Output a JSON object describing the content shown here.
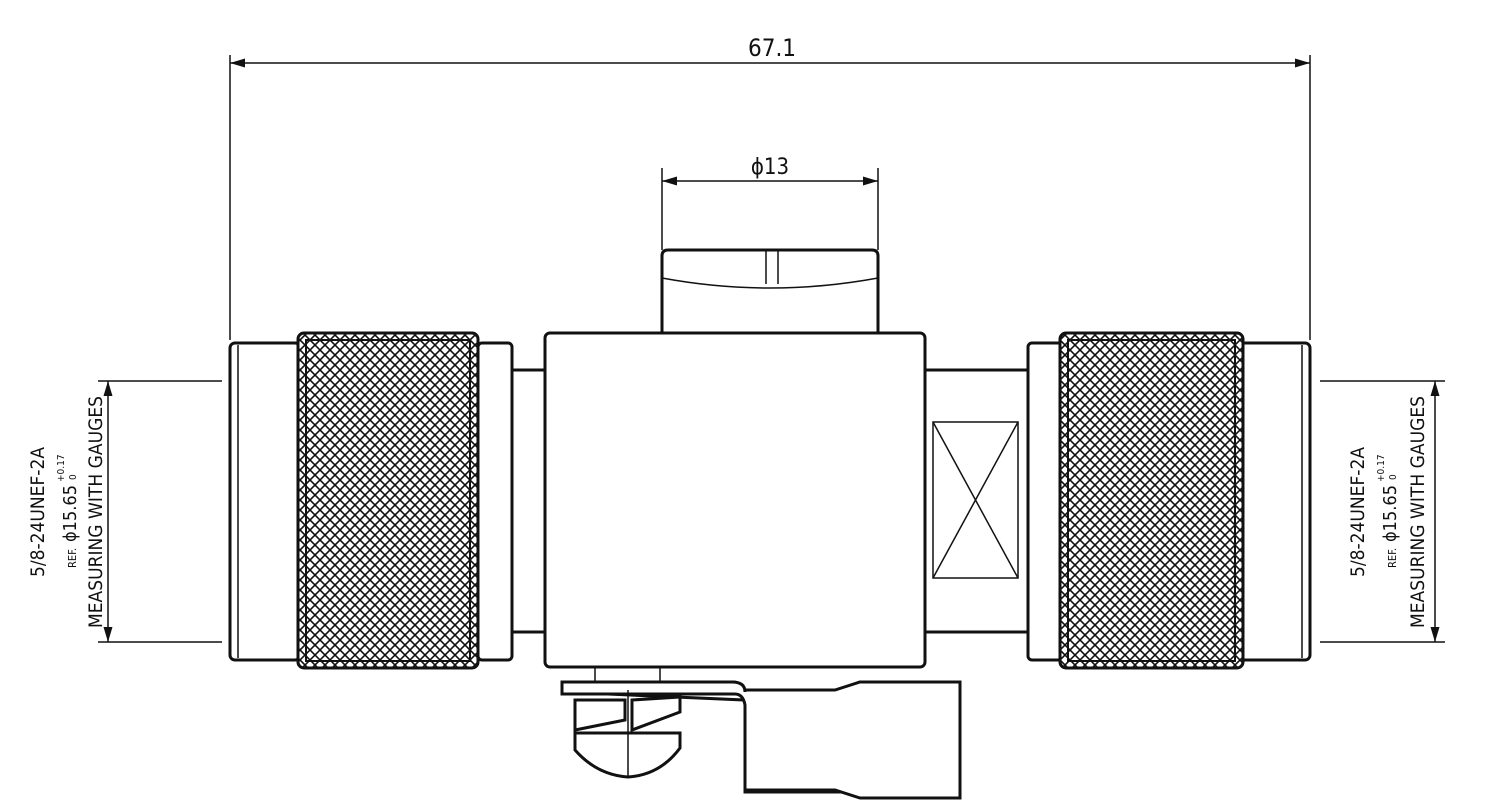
{
  "drawing": {
    "overall_length": "67.1",
    "nut_diameter": "ϕ13",
    "left_thread": {
      "spec": "5/8-24UNEF-2A",
      "ref_prefix": "REF.",
      "diameter": "ϕ15.65",
      "tol_upper": "+0.17",
      "tol_lower": "0",
      "note": "MEASURING WITH GAUGES"
    },
    "right_thread": {
      "spec": "5/8-24UNEF-2A",
      "ref_prefix": "REF.",
      "diameter": "ϕ15.65",
      "tol_upper": "+0.17",
      "tol_lower": "0",
      "note": "MEASURING WITH GAUGES"
    },
    "line_color": "#111111"
  }
}
